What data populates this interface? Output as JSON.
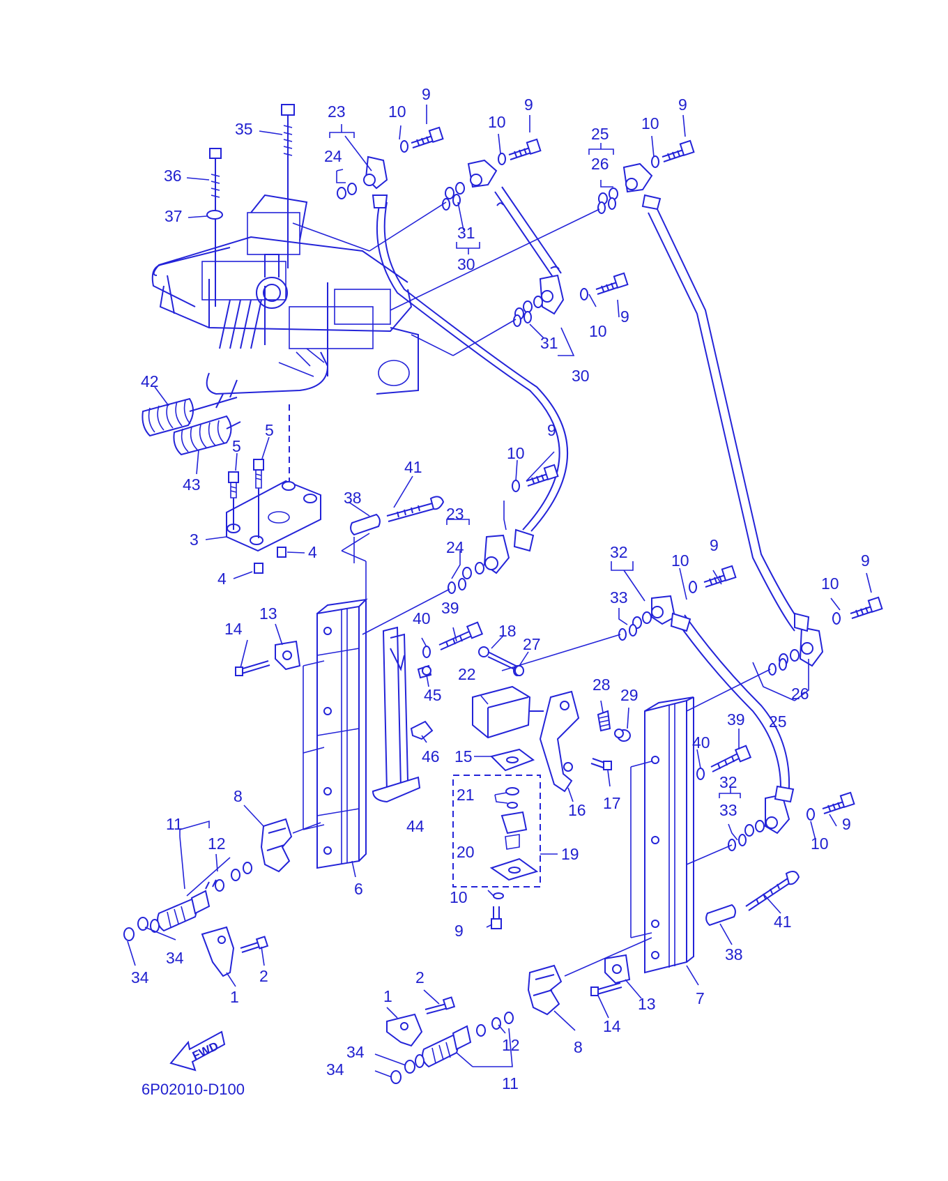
{
  "diagram": {
    "part_code": "6P02010-D100",
    "fwd_label": "FWD",
    "callouts": [
      "35",
      "36",
      "37",
      "23",
      "24",
      "10",
      "9",
      "10",
      "9",
      "25",
      "26",
      "10",
      "9",
      "31",
      "30",
      "10",
      "9",
      "31",
      "30",
      "42",
      "43",
      "5",
      "5",
      "3",
      "4",
      "4",
      "9",
      "10",
      "41",
      "38",
      "23",
      "24",
      "32",
      "10",
      "9",
      "33",
      "9",
      "10",
      "14",
      "13",
      "40",
      "39",
      "18",
      "27",
      "45",
      "22",
      "28",
      "29",
      "26",
      "25",
      "39",
      "40",
      "46",
      "15",
      "21",
      "16",
      "17",
      "32",
      "33",
      "8",
      "44",
      "9",
      "11",
      "12",
      "10",
      "19",
      "20",
      "6",
      "10",
      "9",
      "34",
      "34",
      "1",
      "2",
      "7",
      "41",
      "38",
      "2",
      "1",
      "13",
      "14",
      "34",
      "34",
      "12",
      "8",
      "11"
    ]
  },
  "colors": {
    "line": "#2323d8",
    "text": "#1f1fcf",
    "background": "#ffffff"
  }
}
